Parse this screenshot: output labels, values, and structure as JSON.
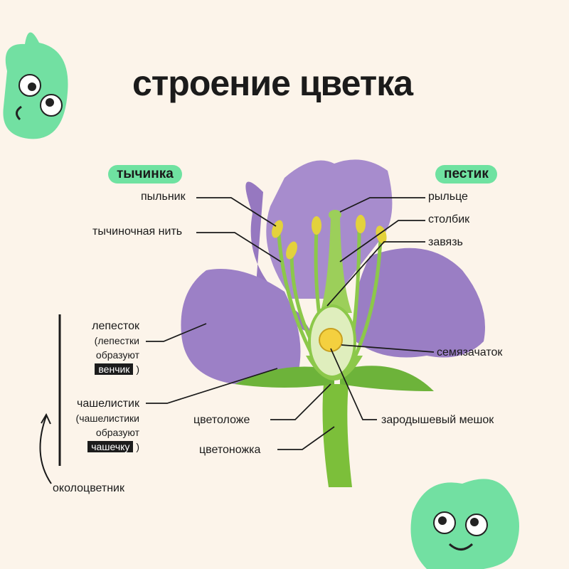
{
  "title": "строение цветка",
  "groups": {
    "stamen": "тычинка",
    "pistil": "пестик"
  },
  "labels": {
    "anther": "пыльник",
    "filament": "тычиночная нить",
    "stigma": "рыльце",
    "style": "столбик",
    "ovary": "завязь",
    "ovule": "семязачаток",
    "embryo_sac": "зародышевый мешок",
    "receptacle": "цветоложе",
    "pedicel": "цветоножка",
    "petal": "лепесток",
    "petal_note_1": "(лепестки",
    "petal_note_2": "образуют",
    "petal_note_hl": "венчик",
    "sepal": "чашелистик",
    "sepal_note_1": "(чашелистики",
    "sepal_note_2": "образуют",
    "sepal_note_hl": "чашечку",
    "close_paren": ")",
    "perianth": "околоцветник"
  },
  "colors": {
    "background": "#fcf4ea",
    "accent": "#6fe2a1",
    "petal": "#9b7cc4",
    "stem": "#7cbf3a"
  }
}
